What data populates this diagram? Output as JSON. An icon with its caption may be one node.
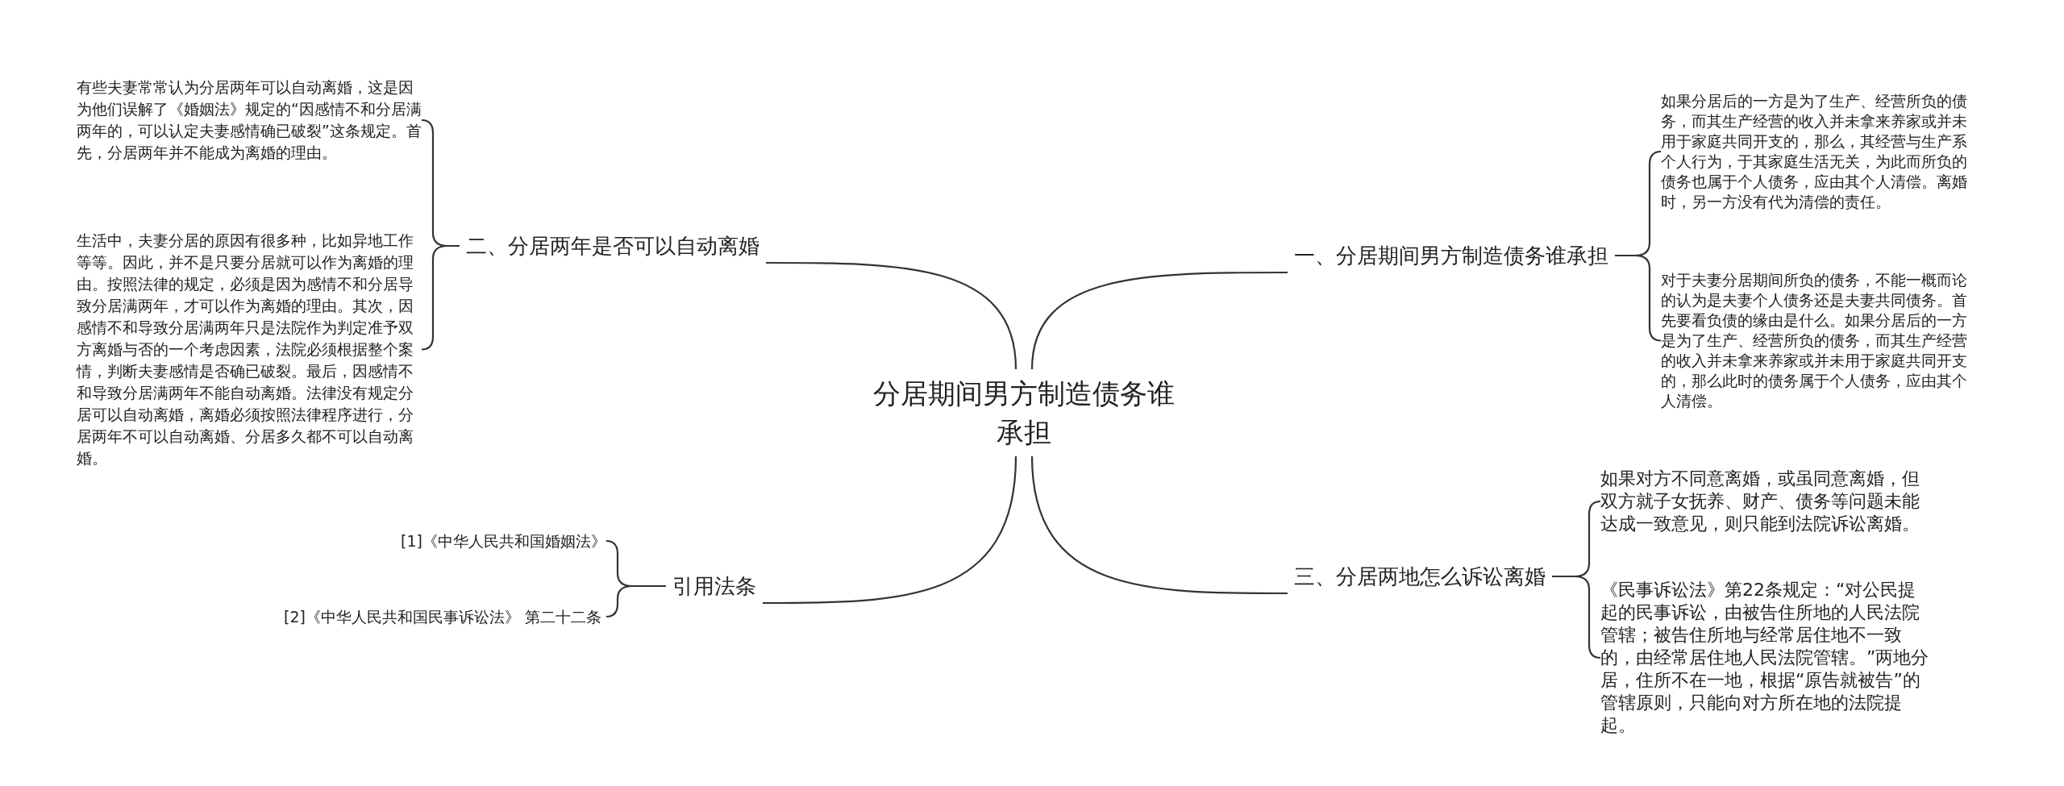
{
  "diagram": {
    "nodes": [
      {
        "text": [
          "分居期间男方制造债务谁承担"
        ]
      },
      {
        "text": [
          "二、分居两年是否可以自动离婚"
        ]
      },
      {
        "text": [
          "有些夫妻常常认为分居两年可以自动离婚，这是因为他们误解了《婚姻法》规定的“因感情不和分居满两年的，可以认定夫妻感情确已破裂”这条规定。首先，分居两年并不能成为离婚的理由。"
        ]
      },
      {
        "text": [
          "生活中，夫妻分居的原因有很多种，比如异地工作等等。因此，并不是只要分居就可以作为离婚的理由。按照法律的规定，必须是因为感情不和分居导致分居满两年，才可以作为离婚的理由。其次，因感情不和导致分居满两年只是法院作为判定准予双方离婚与否的一个考虑因素，法院必须根据整个案情，判断夫妻感情是否确已破裂。最后，因感情不和导致分居满两年不能自动离婚。法律没有规定分居可以自动离婚，离婚必须按照法律程序进行，分居两年不可以自动离婚、分居多久都不可以自动离婚。"
        ]
      },
      {
        "text": [
          "一、分居期间男方制造债务谁承担"
        ]
      },
      {
        "text": [
          "如果分居后的一方是为了生产、经营所负的债务，而其生产经营的收入并未拿来养家或并未用于家庭共同开支的，那么，其经营与生产系个人行为，于其家庭生活无关，为此而所负的债务也属于个人债务，应由其个人清偿。离婚时，另一方没有代为清偿的责任。"
        ]
      },
      {
        "text": [
          "对于夫妻分居期间所负的债务，不能一概而论的认为是夫妻个人债务还是夫妻共同债务。首先要看负债的缘由是什么。如果分居后的一方是为了生产、经营所负的债务，而其生产经营的收入并未拿来养家或并未用于家庭共同开支的，那么此时的债务属于个人债务，应由其个人清偿。"
        ]
      },
      {
        "text": [
          "引用法条"
        ]
      },
      {
        "text": [
          "[1]《中华人民共和国婚姻法》"
        ]
      },
      {
        "text": [
          "[2]《中华人民共和国民事诉讼法》 第二十二条"
        ]
      },
      {
        "text": [
          "三、分居两地怎么诉讼离婚"
        ]
      },
      {
        "text": [
          "如果对方不同意离婚，或虽同意离婚，但双方就子女抚养、财产、债务等问题未能达成一致意见，则只能到法院诉讼离婚。"
        ]
      },
      {
        "text": [
          "《民事诉讼法》第22条规定：“对公民提起的民事诉讼，由被告住所地的人民法院管辖；被告住所地与经常居住地不一致的，由经常居住地人民法院管辖。”两地分居，住所不在一地，根据“原告就被告”的管辖原则，只能向对方所在地的法院提起。"
        ]
      }
    ],
    "edges": [
      {
        "from": 0,
        "to": 1,
        "arrow": "none"
      },
      {
        "from": 0,
        "to": 4,
        "arrow": "none"
      },
      {
        "from": 0,
        "to": 7,
        "arrow": "none"
      },
      {
        "from": 0,
        "to": 10,
        "arrow": "none"
      },
      {
        "from": 1,
        "to": 2,
        "arrow": "none"
      },
      {
        "from": 1,
        "to": 3,
        "arrow": "none"
      },
      {
        "from": 4,
        "to": 5,
        "arrow": "none"
      },
      {
        "from": 4,
        "to": 6,
        "arrow": "none"
      },
      {
        "from": 7,
        "to": 8,
        "arrow": "none"
      },
      {
        "from": 7,
        "to": 9,
        "arrow": "none"
      },
      {
        "from": 10,
        "to": 11,
        "arrow": "none"
      },
      {
        "from": 10,
        "to": 12,
        "arrow": "none"
      }
    ]
  }
}
